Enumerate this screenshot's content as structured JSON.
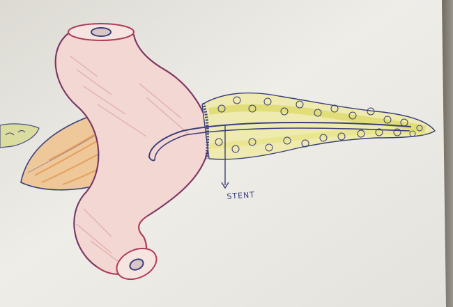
{
  "labels": {
    "stent": "STENT"
  },
  "colors": {
    "ink": "#3a3e7a",
    "paper": "#ecebe6",
    "bowel_outline": "#b03a5a",
    "bowel_shading": "#e7b9b5",
    "pancreas_fill": "#e3e08a",
    "spleen_orange": "#e6a768"
  },
  "icons": {
    "stent": "stent-tube",
    "bowel": "bowel-segment",
    "pancreas": "pancreas-remnant"
  }
}
